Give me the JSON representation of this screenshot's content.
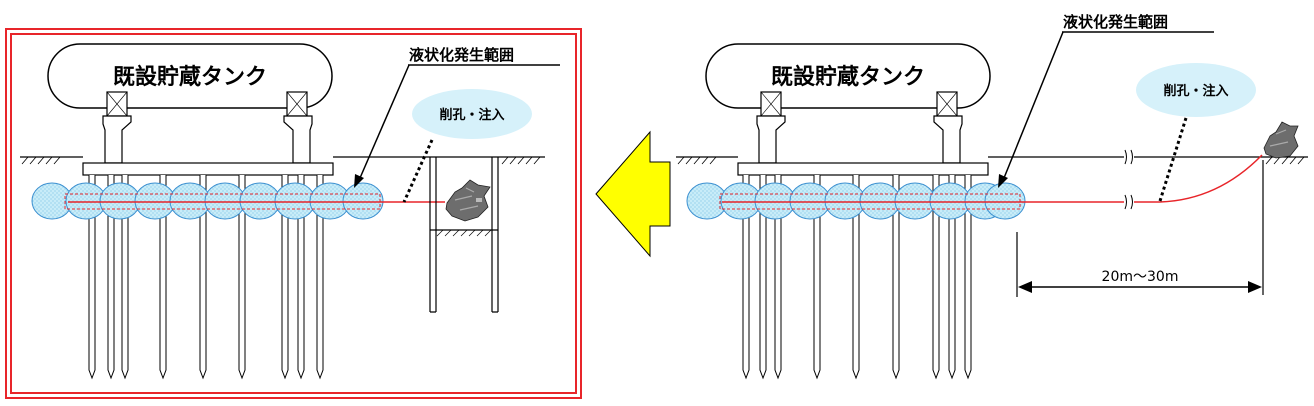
{
  "left_panel": {
    "tank_label": "既設貯蔵タンク",
    "liquefaction_label": "液状化発生範囲",
    "drilling_label": "削孔・注入"
  },
  "right_panel": {
    "tank_label": "既設貯蔵タンク",
    "liquefaction_label": "液状化発生範囲",
    "drilling_label": "削孔・注入",
    "distance_label": "20m〜30m"
  },
  "colors": {
    "frame": "#e8252a",
    "arrow_fill": "#ffff00",
    "bubble_fill": "#d6f1fa",
    "zone_fill": "#bfe6f4",
    "zone_stroke": "#3a8fd0",
    "injection_line": "#e8252a"
  },
  "icons": {
    "direction_arrow": "left-arrow",
    "machine": "drilling-machine-icon"
  }
}
